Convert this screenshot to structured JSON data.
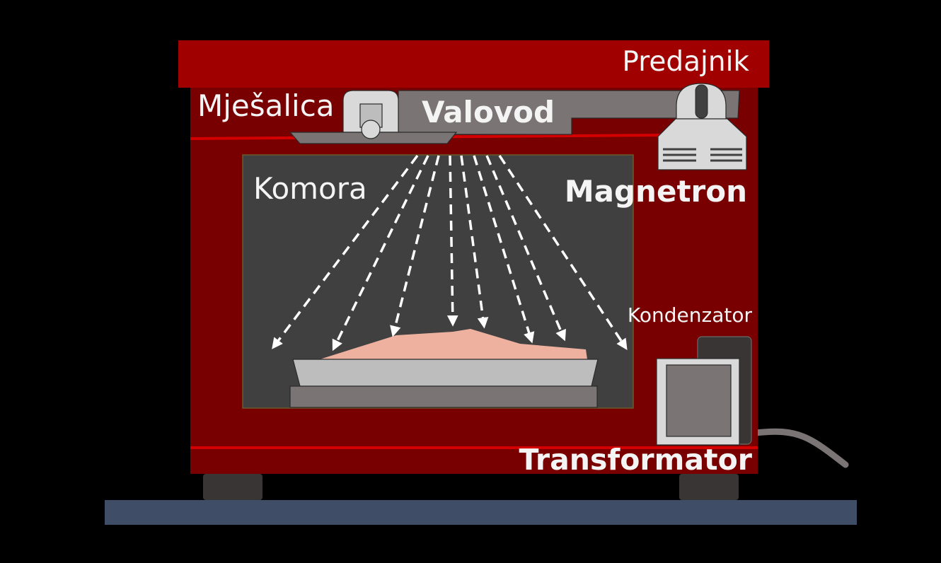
{
  "labels": {
    "transmitter": "Predajnik",
    "stirrer": "Mješalica",
    "waveguide": "Valovod",
    "chamber": "Komora",
    "magnetron": "Magnetron",
    "capacitor": "Kondenzator",
    "transformer": "Transformator"
  },
  "colors": {
    "background": "#000000",
    "oven_body": "#780000",
    "top_panel": "#a00000",
    "red_line": "#d40000",
    "chamber": "#404040",
    "waveguide": "#7a7475",
    "food": "#efb19f",
    "tray": "#bdbdbd",
    "base": "#7a7475",
    "floor": "#3f4d66",
    "label_text": "#f4f4f4"
  },
  "microwave_rays": 8
}
